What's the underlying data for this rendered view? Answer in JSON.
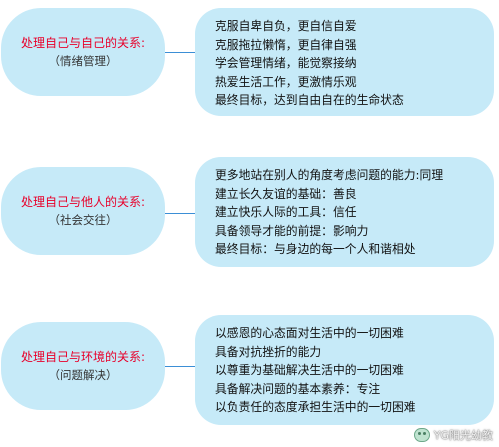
{
  "groups": [
    {
      "title": "处理自己与自己的关系:",
      "subtitle": "（情绪管理）",
      "lines": [
        "克服自卑自负，更自信自爱",
        "克服拖拉懒惰，更自律自强",
        "学会管理情绪，能觉察接纳",
        "热爱生活工作，更激情乐观",
        "最终目标，达到自由自在的生命状态"
      ]
    },
    {
      "title": "处理自己与他人的关系:",
      "subtitle": "（社会交往）",
      "lines": [
        "更多地站在别人的角度考虑问题的能力:同理",
        "建立长久友谊的基础：善良",
        "建立快乐人际的工具：信任",
        "具备领导才能的前提：影响力",
        "最终目标：与身边的每一个人和谐相处"
      ]
    },
    {
      "title": "处理自己与环境的关系:",
      "subtitle": "（问题解决）",
      "lines": [
        "以感恩的心态面对生活中的一切困难",
        "具备对抗挫折的能力",
        "以尊重为基础解决生活中的一切困难",
        "具备解决问题的基本素养：专注",
        "以负责任的态度承担生活中的一切困难"
      ]
    }
  ],
  "watermark": {
    "text": "YG阳光幼教",
    "icon": "wechat-icon"
  }
}
